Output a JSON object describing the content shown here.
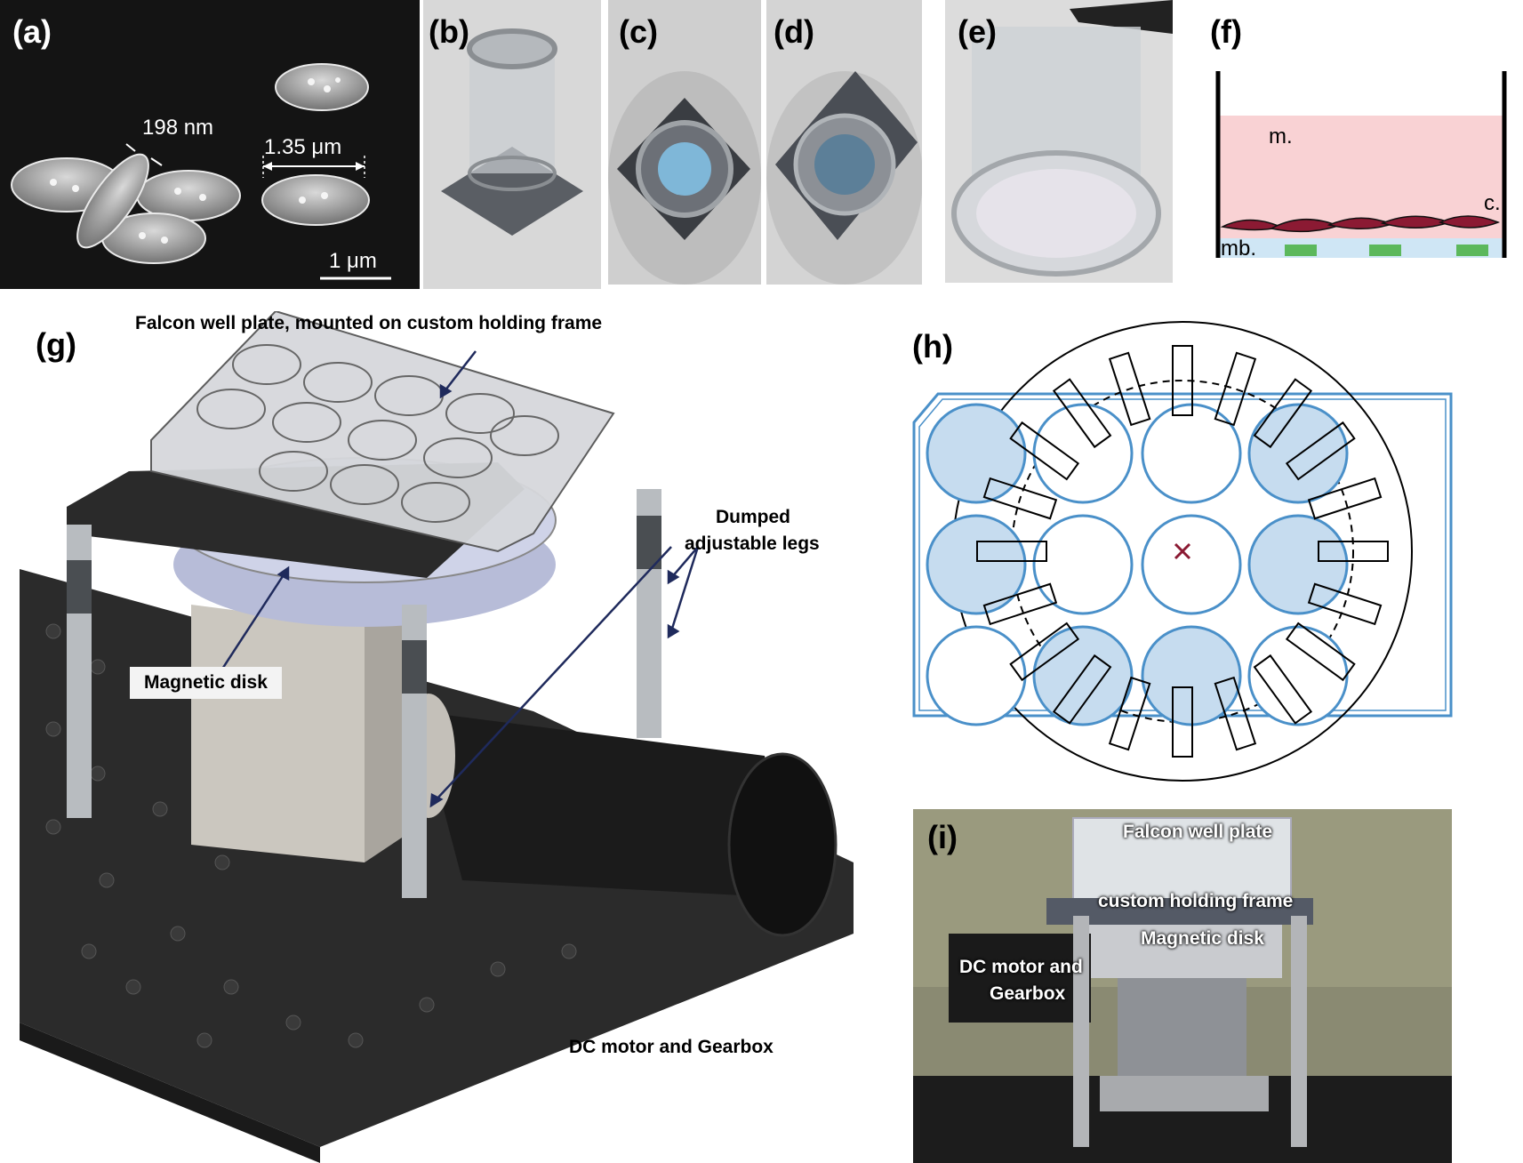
{
  "panels": {
    "a": {
      "label": "(a)",
      "thickness": "198 nm",
      "diameter": "1.35 μm",
      "scalebar": "1 μm"
    },
    "b": {
      "label": "(b)"
    },
    "c": {
      "label": "(c)"
    },
    "d": {
      "label": "(d)"
    },
    "e": {
      "label": "(e)"
    },
    "f": {
      "label": "(f)",
      "medium": "m.",
      "cells": "c.",
      "membrane": "mb."
    },
    "g": {
      "label": "(g)",
      "plate_caption": "Falcon well plate, mounted on custom holding frame",
      "legs_caption_1": "Dumped",
      "legs_caption_2": "adjustable legs",
      "disk_caption": "Magnetic disk",
      "motor_caption": "DC motor and Gearbox"
    },
    "h": {
      "label": "(h)"
    },
    "i": {
      "label": "(i)",
      "plate": "Falcon well plate",
      "frame": "custom holding frame",
      "disk": "Magnetic disk",
      "motor_1": "DC motor and",
      "motor_2": "Gearbox"
    }
  },
  "colors": {
    "well_blue": "#c6dcef",
    "well_stroke": "#4a90c9",
    "medium_pink": "#f9d2d4",
    "membrane_blue": "#cfe6f5",
    "pattern_green": "#5cb85c",
    "cell_red": "#8b1a33",
    "center_cross": "#8b1a33"
  }
}
